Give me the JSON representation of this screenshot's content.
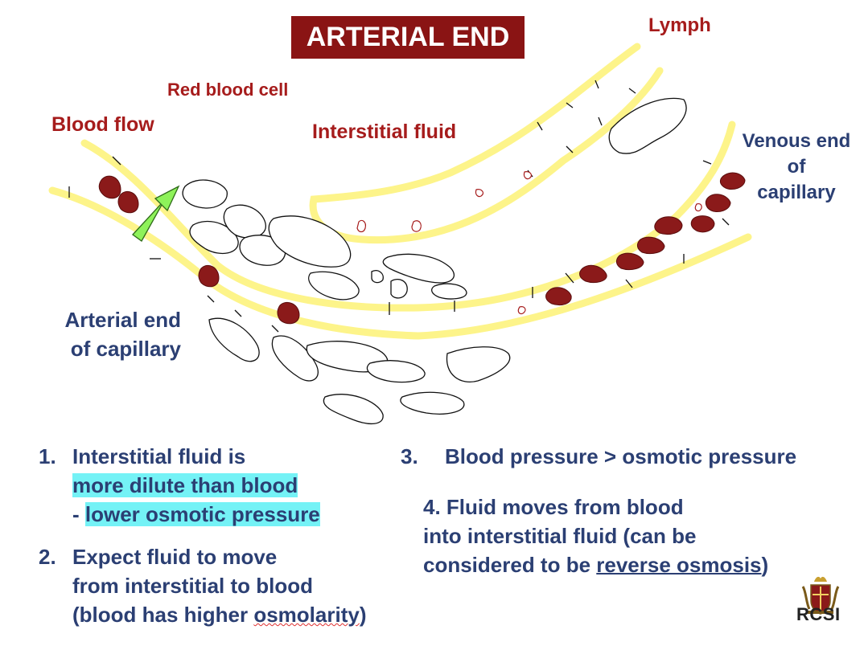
{
  "title": "ARTERIAL END",
  "labels": {
    "lymph": "Lymph",
    "red_blood_cell": "Red blood cell",
    "blood_flow": "Blood flow",
    "interstitial_fluid": "Interstitial fluid",
    "venous_end": [
      "Venous end",
      "of",
      "capillary"
    ],
    "arterial_end": [
      "Arterial end",
      "of capillary"
    ]
  },
  "points": {
    "p1": {
      "number": "1.",
      "line1": "Interstitial fluid is",
      "line2": "more dilute than blood",
      "line3_prefix": "- ",
      "line3": "lower osmotic pressure"
    },
    "p2": {
      "number": "2.",
      "line1": "Expect fluid to move",
      "line2": "from interstitial to blood",
      "line3_a": "(blood has higher ",
      "line3_b": "osmolarity",
      "line3_c": ")"
    },
    "p3": {
      "number": "3.",
      "text": "Blood pressure > osmotic pressure"
    },
    "p4": {
      "line1": "4. Fluid moves from blood",
      "line2": "into interstitial fluid (can be",
      "line3_a": "considered to be ",
      "line3_b": "reverse osmosis",
      "line3_c": ")"
    }
  },
  "logo": {
    "text": "RCSI"
  },
  "colors": {
    "title_bg": "#8a1414",
    "label_red": "#a61c1c",
    "label_blue": "#2b3f73",
    "vessel": "#fdf48a",
    "rbc": "#8b1a1a",
    "highlight": "#74f2f6",
    "arrow": "#8ef25a"
  }
}
